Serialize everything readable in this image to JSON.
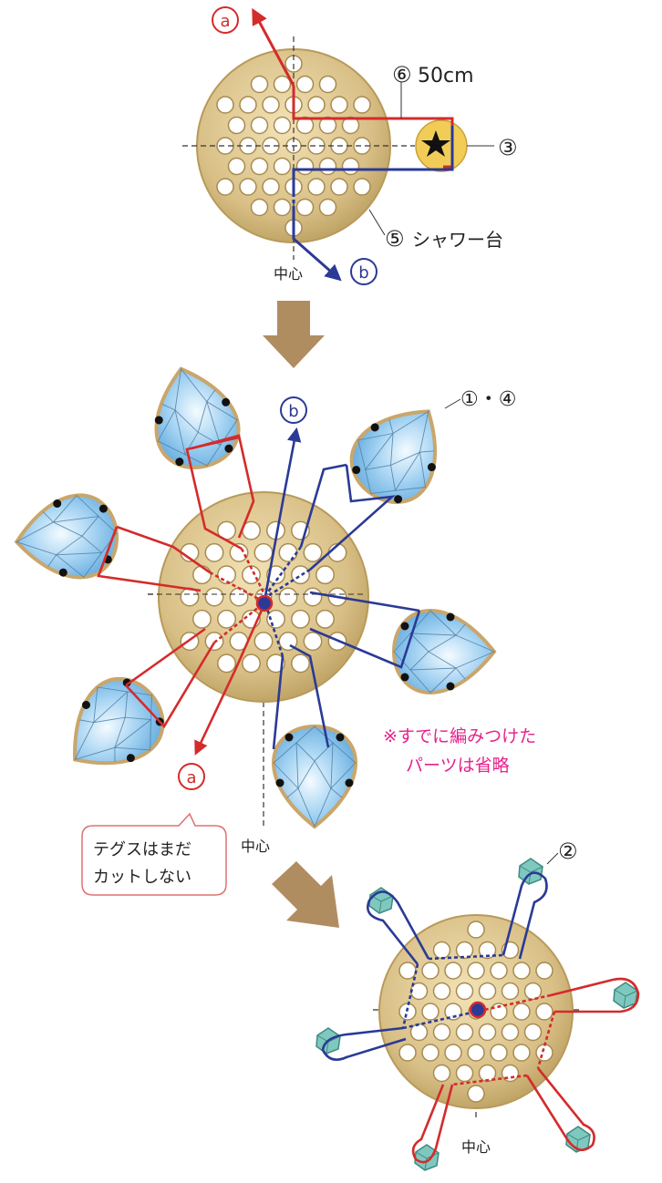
{
  "labels": {
    "marker_a": "a",
    "marker_b": "b",
    "step6_num": "⑥",
    "step6_text": "50cm",
    "part3": "③",
    "part5_num": "⑤",
    "part5_text": "シャワー台",
    "center": "中心",
    "part14": "①・④",
    "part2": "②"
  },
  "note": {
    "line1": "※すでに編みつけた",
    "line2": "パーツは省略"
  },
  "callout": {
    "line1": "テグスはまだ",
    "line2": "カットしない"
  },
  "colors": {
    "red_line": "#d42b2b",
    "blue_line": "#2a3a96",
    "plate": "#d8c08a",
    "plate_rim": "#b89a5a",
    "stone": "#8ec8ee",
    "arrow": "#b08d60",
    "note": "#e8218b",
    "bead_teal": "#7fc8bf"
  },
  "icons": [
    "star-icon",
    "down-arrow-icon",
    "diagonal-arrow-icon"
  ]
}
